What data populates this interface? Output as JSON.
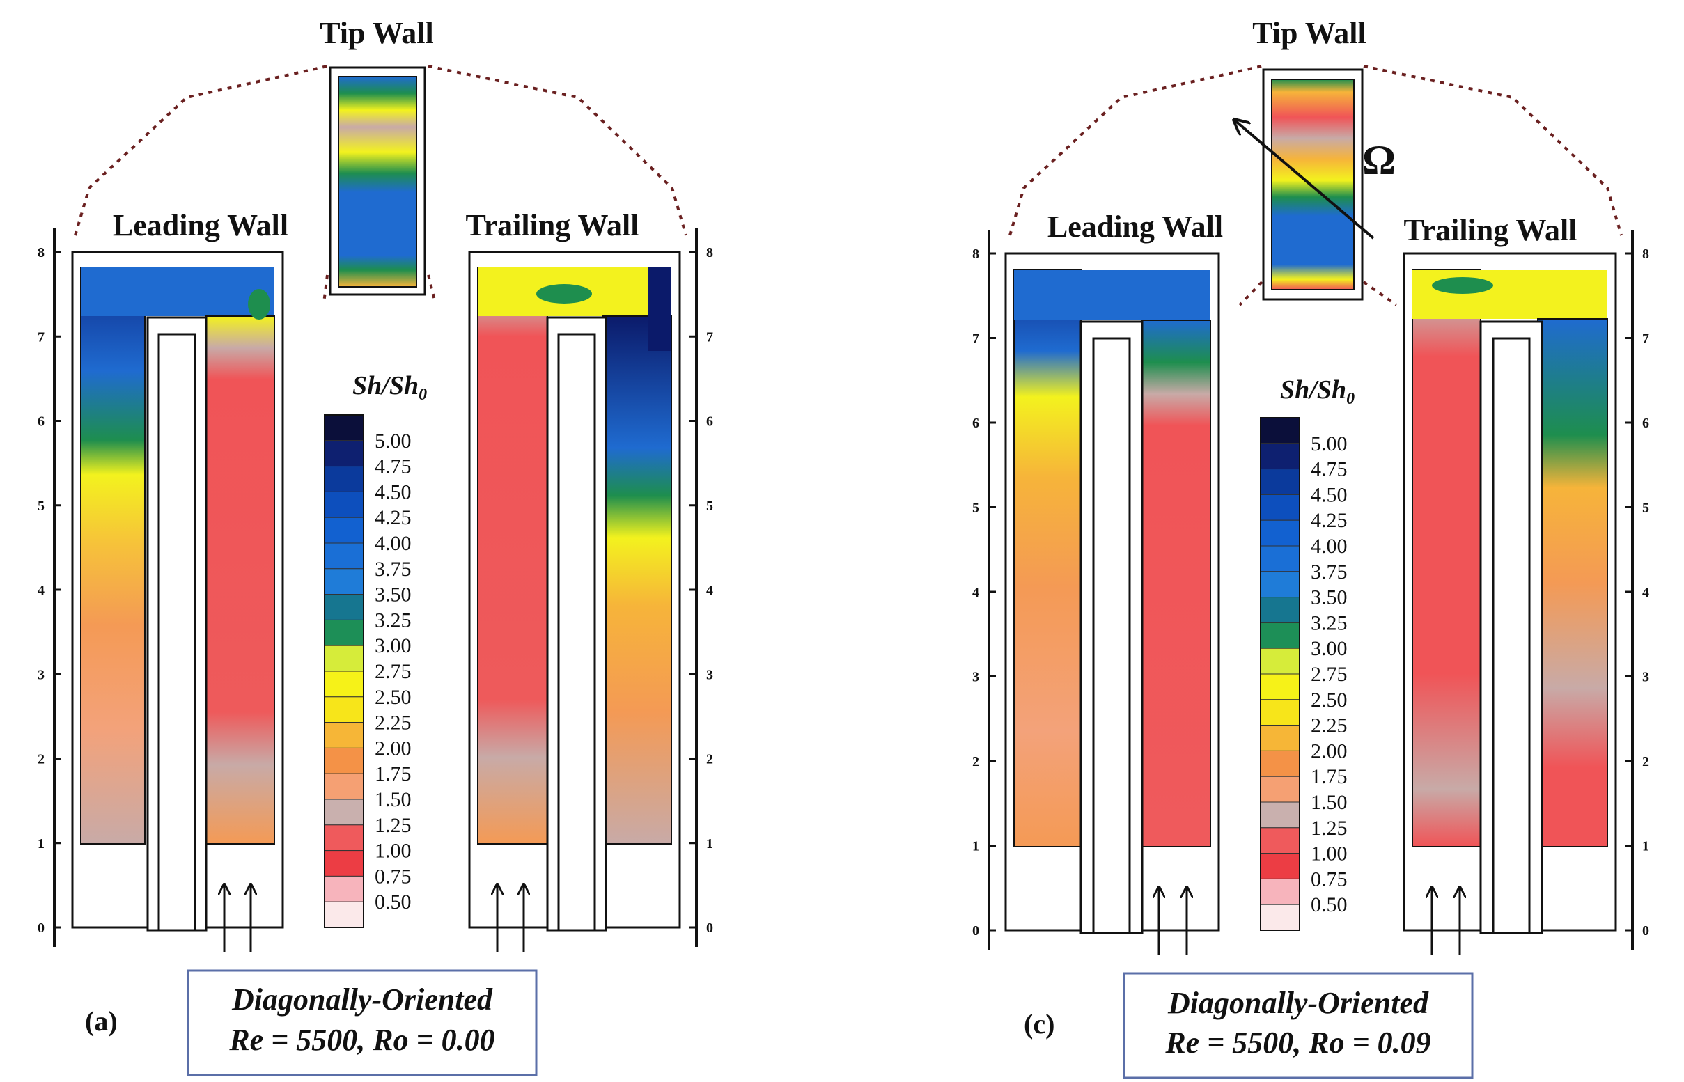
{
  "panels": [
    {
      "id": "a",
      "letter": "(a)",
      "tip_wall": "Tip Wall",
      "leading_wall": "Leading Wall",
      "trailing_wall": "Trailing Wall",
      "colorbar_title": "Sh/Sh",
      "colorbar_subscript": "0",
      "caption_line1": "Diagonally-Oriented",
      "caption_line2": "Re = 5500, Ro = 0.00",
      "rotation_symbol": ""
    },
    {
      "id": "c",
      "letter": "(c)",
      "tip_wall": "Tip Wall",
      "leading_wall": "Leading Wall",
      "trailing_wall": "Trailing Wall",
      "colorbar_title": "Sh/Sh",
      "colorbar_subscript": "0",
      "caption_line1": "Diagonally-Oriented",
      "caption_line2": "Re = 5500, Ro = 0.09",
      "rotation_symbol": "Ω"
    }
  ],
  "axis_ticks": [
    "0",
    "1",
    "2",
    "3",
    "4",
    "5",
    "6",
    "7",
    "8"
  ],
  "colorbar_levels": [
    "5.00",
    "4.75",
    "4.50",
    "4.25",
    "4.00",
    "3.75",
    "3.50",
    "3.25",
    "3.00",
    "2.75",
    "2.50",
    "2.25",
    "2.00",
    "1.75",
    "1.50",
    "1.25",
    "1.00",
    "0.75",
    "0.50"
  ],
  "colorbar_colors": [
    "#0b0f3a",
    "#0e2070",
    "#0b3a9c",
    "#0d4fbd",
    "#1261d0",
    "#1a6fd6",
    "#1f7cd8",
    "#167690",
    "#1d8f57",
    "#d6ec3a",
    "#f6f218",
    "#f7e51a",
    "#f6b637",
    "#f49247",
    "#f5a073",
    "#c9b0ae",
    "#ef5a5c",
    "#ec3d44",
    "#f7b4bc",
    "#fbe9ea"
  ],
  "colors": {
    "dark_blue": "#101a55",
    "blue": "#1f6bd0",
    "teal": "#187a78",
    "green": "#1e8e4e",
    "yellow": "#f3f21e",
    "orange": "#f6b43a",
    "light_orange": "#f49a55",
    "grey_pink": "#c8aaa7",
    "red": "#f05457",
    "caption_border": "#5b6fa8"
  }
}
